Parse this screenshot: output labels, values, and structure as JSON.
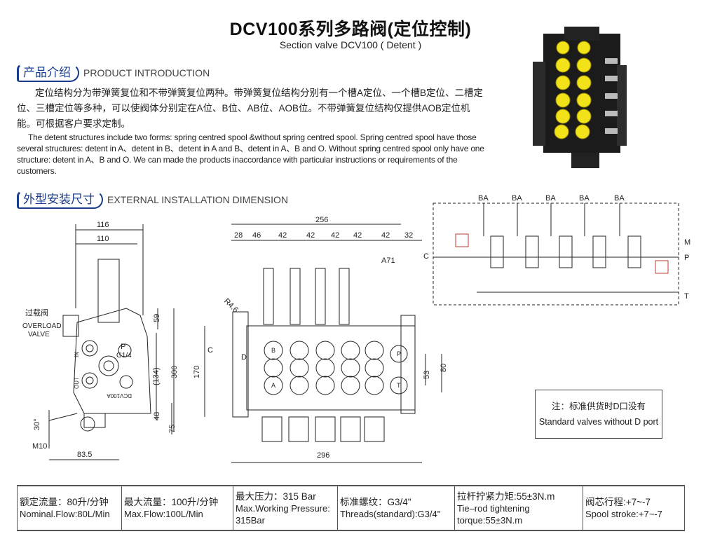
{
  "header": {
    "title": "DCV100系列多路阀(定位控制)",
    "subtitle": "Section valve DCV100 ( Detent )"
  },
  "intro": {
    "badge": "产品介绍",
    "heading": "PRODUCT INTRODUCTION",
    "text_cn": "定位结构分为带弹簧复位和不带弹簧复位两种。带弹簧复位结构分别有一个槽A定位、一个槽B定位、二槽定位、三槽定位等多种，可以使阀体分别定在A位、B位、AB位、AOB位。不带弹簧复位结构仅提供AOB定位机能。可根据客户要求定制。",
    "text_en": "The detent structures include two forms: spring centred spool &without spring centred spool. Spring centred spool have those several structures: detent in A、detent in B、detent in A and B、detent in A、B and O. Without spring centred spool only have one structure: detent in A、B and O. We can made the products inaccordance with particular instructions or requirements of the customers."
  },
  "installation": {
    "badge": "外型安装尺寸",
    "heading": "EXTERNAL INSTALLATION DIMENSION"
  },
  "side_view": {
    "dims": {
      "w116": "116",
      "w110": "110",
      "h59": "59",
      "h300": "300",
      "h134": "(134)",
      "h48": "48",
      "h75": "75",
      "angle": "30°",
      "thread": "M10",
      "w83": "83.5"
    },
    "overload_cn": "过载阀",
    "overload_en1": "OVERLOAD",
    "overload_en2": "VALVE",
    "port_p": "P",
    "port_g": "G1/4",
    "model": "DCV100A",
    "port_in": "IN",
    "port_out": "OUT"
  },
  "front_view": {
    "dims": {
      "total_top": "256",
      "d28": "28",
      "d46": "46",
      "d42a": "42",
      "d42b": "42",
      "d42c": "42",
      "d42d": "42",
      "d42e": "42",
      "d32": "32",
      "a71": "A71",
      "r46": "R4.6",
      "c": "C",
      "d": "D",
      "h170": "170",
      "h53": "53",
      "h80": "80",
      "total_bottom": "296"
    },
    "port_b": "B",
    "port_a": "A",
    "port_t": "T",
    "port_p": "P"
  },
  "schematic": {
    "ba_labels": [
      "BA",
      "BA",
      "BA",
      "BA",
      "BA"
    ],
    "c": "C",
    "m": "M",
    "p": "P",
    "t": "T"
  },
  "note": {
    "cn": "注：标准供货时D口没有",
    "en": "Standard valves without D port"
  },
  "specs": [
    {
      "cn": "额定流量：80升/分钟",
      "en": "Nominal.Flow:80L/Min"
    },
    {
      "cn": "最大流量：100升/分钟",
      "en": "Max.Flow:100L/Min"
    },
    {
      "cn": "最大压力：315 Bar",
      "en": "Max.Working Pressure:",
      "en2": "315Bar"
    },
    {
      "cn": "标准螺纹：G3/4\"",
      "en": "Threads(standard):G3/4\""
    },
    {
      "cn": "拉杆拧紧力矩:55±3N.m",
      "en": "Tie–rod tightening",
      "en2": "torque:55±3N.m"
    },
    {
      "cn": "阀芯行程:+7~-7",
      "en": "Spool stroke:+7~-7"
    }
  ],
  "colors": {
    "accent": "#1a3c8c",
    "valve_yellow": "#f2e21a",
    "valve_body": "#1b1b1b",
    "schematic_red": "#c0392b"
  }
}
